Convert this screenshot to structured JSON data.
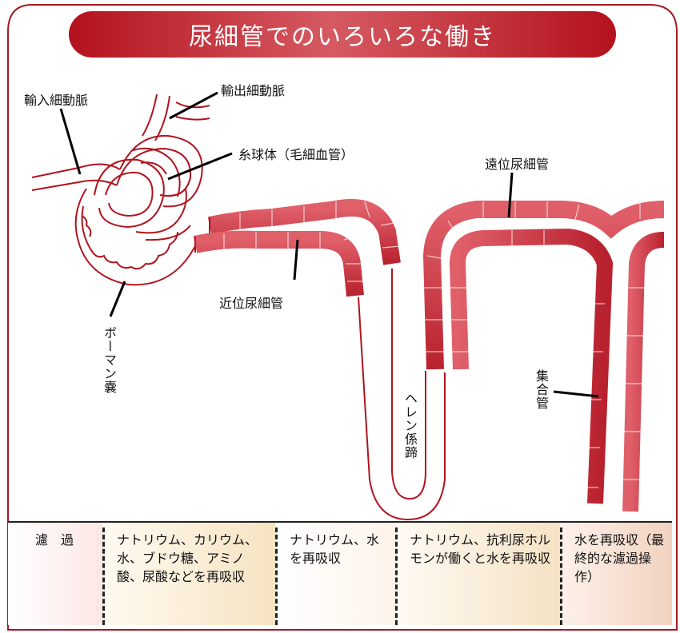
{
  "title": "尿細管でのいろいろな働き",
  "labels": {
    "afferent": "輸入細動脈",
    "efferent": "輸出細動脈",
    "glomerulus": "糸球体（毛細血管）",
    "distal": "遠位尿細管",
    "proximal": "近位尿細管",
    "bowman": "ボーマン嚢",
    "henle": "ヘレン係蹄",
    "collecting": "集合管"
  },
  "table": [
    {
      "text": "濾　過"
    },
    {
      "text": "ナトリウム、カリウム、水、ブドウ糖、アミノ酸、尿酸などを再吸収"
    },
    {
      "text": "ナトリウム、水を再吸収"
    },
    {
      "text": "ナトリウム、抗利尿ホルモンが働くと水を再吸収"
    },
    {
      "text": "水を再吸収（最終的な濾過操作）"
    }
  ],
  "colors": {
    "tubule_fill": "#d64350",
    "tubule_dark": "#b01e2a",
    "outline": "#b0141f",
    "frame": "#a31a22",
    "cell_peach": "#f7e7c9",
    "cell_pink": "#f9d9d6"
  }
}
